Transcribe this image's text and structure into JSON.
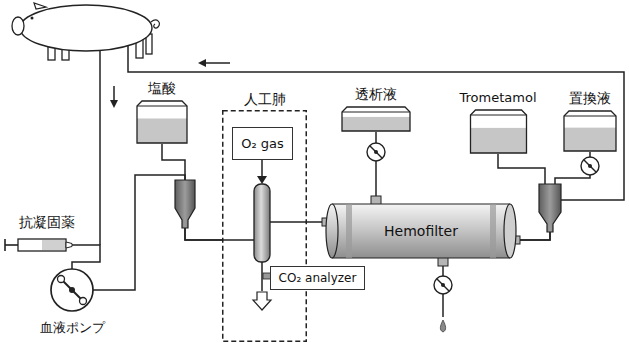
{
  "diagram": {
    "nodes": [
      {
        "text": [
          "塩酸"
        ]
      },
      {
        "text": [
          "人工肺"
        ]
      },
      {
        "text": [
          "O₂ gas"
        ],
        "in": 1
      },
      {
        "text": [
          "CO₂ analyzer"
        ]
      },
      {
        "text": [
          "透析液"
        ]
      },
      {
        "text": [
          "Hemofilter"
        ]
      },
      {
        "text": [
          "Trometamol"
        ]
      },
      {
        "text": [
          "置換液"
        ]
      },
      {
        "text": [
          "抗凝固薬"
        ]
      },
      {
        "text": [
          "血液ポンプ"
        ]
      }
    ],
    "edges": [
      {
        "from": 8,
        "to": 9,
        "arrow": "none"
      },
      {
        "from": 9,
        "to": 1,
        "arrow": "none"
      },
      {
        "from": 0,
        "to": 1,
        "arrow": "none"
      },
      {
        "from": 1,
        "to": 5,
        "arrow": "none"
      },
      {
        "from": 4,
        "to": 5,
        "arrow": "none"
      },
      {
        "from": 6,
        "to": 5,
        "arrow": "none"
      },
      {
        "from": 7,
        "to": 5,
        "arrow": "none"
      }
    ]
  }
}
